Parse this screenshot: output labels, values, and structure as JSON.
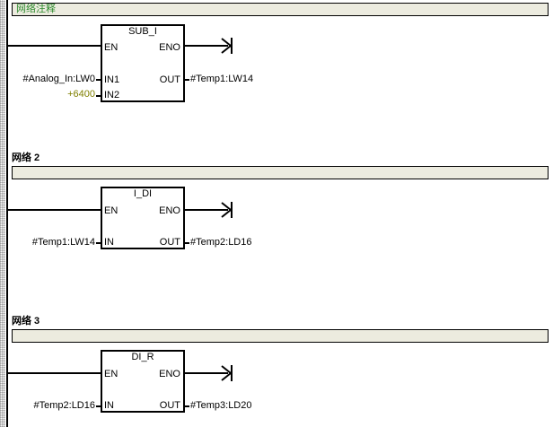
{
  "networks": [
    {
      "title": "",
      "comment": "网络注释",
      "instruction": "SUB_I",
      "pins": {
        "en": "EN",
        "eno": "ENO",
        "in1": "IN1",
        "in2": "IN2",
        "out": "OUT"
      },
      "operands": {
        "in1": "#Analog_In:LW0",
        "in2": "+6400",
        "out": "#Temp1:LW14"
      },
      "in2_is_constant": true
    },
    {
      "title": "网络 2",
      "comment": "",
      "instruction": "I_DI",
      "pins": {
        "en": "EN",
        "eno": "ENO",
        "in": "IN",
        "out": "OUT"
      },
      "operands": {
        "in": "#Temp1:LW14",
        "out": "#Temp2:LD16"
      }
    },
    {
      "title": "网络 3",
      "comment": "",
      "instruction": "DI_R",
      "pins": {
        "en": "EN",
        "eno": "ENO",
        "in": "IN",
        "out": "OUT"
      },
      "operands": {
        "in": "#Temp2:LD16",
        "out": "#Temp3:LD20"
      }
    }
  ],
  "colors": {
    "comment_text": "#2e8b2e",
    "constant": "#808000",
    "comment_bg": "#ecebdf"
  }
}
